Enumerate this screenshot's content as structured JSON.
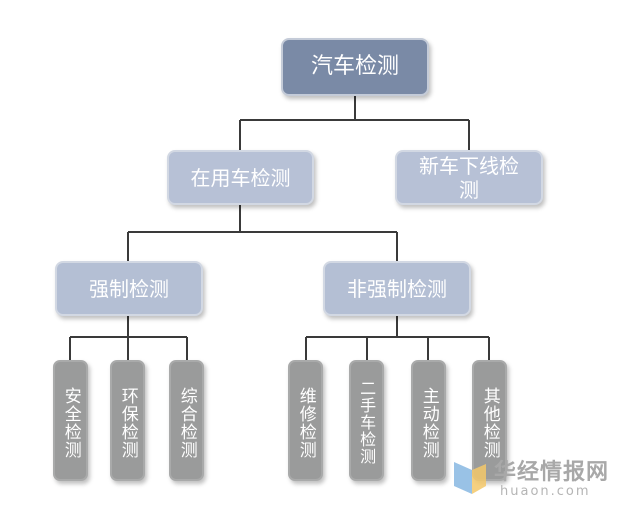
{
  "diagram": {
    "root": {
      "label": "汽车检测"
    },
    "in_use": {
      "label": "在用车检测"
    },
    "new_car": {
      "label": "新车下线检测"
    },
    "mandatory": {
      "label": "强制检测"
    },
    "non_mandatory": {
      "label": "非强制检测"
    },
    "leaves": {
      "safety": "安全检测",
      "environment": "环保检测",
      "comprehensive": "综合检测",
      "maintenance": "维修检测",
      "used_car": "二手车检测",
      "active": "主动检测",
      "other": "其他检测"
    }
  },
  "watermark": {
    "brand": "华经情报网",
    "domain": "huaon.com"
  },
  "colors": {
    "root_fill": "#7a8aa6",
    "level_fill": "#b7c1d6",
    "leaf_fill": "#9a9b9b",
    "connector": "#3a3a3a"
  }
}
